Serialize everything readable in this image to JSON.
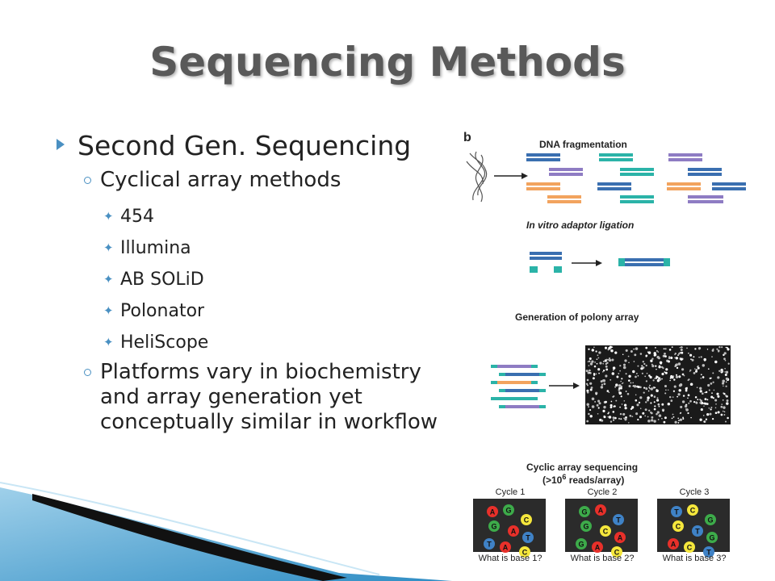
{
  "slide": {
    "title": "Sequencing Methods",
    "bullets": {
      "level1": "Second Gen. Sequencing",
      "sub1": "Cyclical array methods",
      "items": [
        "454",
        "Illumina",
        "AB SOLiD",
        "Polonator",
        "HeliScope"
      ],
      "sub2": "Platforms vary in biochemistry and array generation yet conceptually similar in workflow"
    }
  },
  "figure": {
    "panel_letter": "b",
    "step1": "DNA fragmentation",
    "step2": "In vitro adaptor ligation",
    "step3": "Generation of polony array",
    "step4_line1": "Cyclic array sequencing",
    "step4_line2": "(>10",
    "step4_sup": "6",
    "step4_line3": " reads/array)",
    "cycles": [
      "Cycle 1",
      "Cycle 2",
      "Cycle 3"
    ],
    "questions": [
      "What is base 1?",
      "What is base 2?",
      "What is base 3?"
    ],
    "cycle_bases": [
      [
        "A",
        "G",
        "C",
        "G",
        "A",
        "T",
        "T",
        "A",
        "C"
      ],
      [
        "G",
        "A",
        "T",
        "G",
        "C",
        "A",
        "G",
        "A",
        "C"
      ],
      [
        "T",
        "C",
        "G",
        "C",
        "T",
        "G",
        "A",
        "C",
        "T"
      ]
    ],
    "base_colors": {
      "A": "#e8302a",
      "C": "#f5e73c",
      "G": "#3dab4a",
      "T": "#3f82c6"
    },
    "fragment_colors": {
      "blue": "#3a6fb0",
      "teal": "#2bb3a8",
      "purple": "#8e7cc3",
      "orange": "#f2a35e"
    }
  }
}
